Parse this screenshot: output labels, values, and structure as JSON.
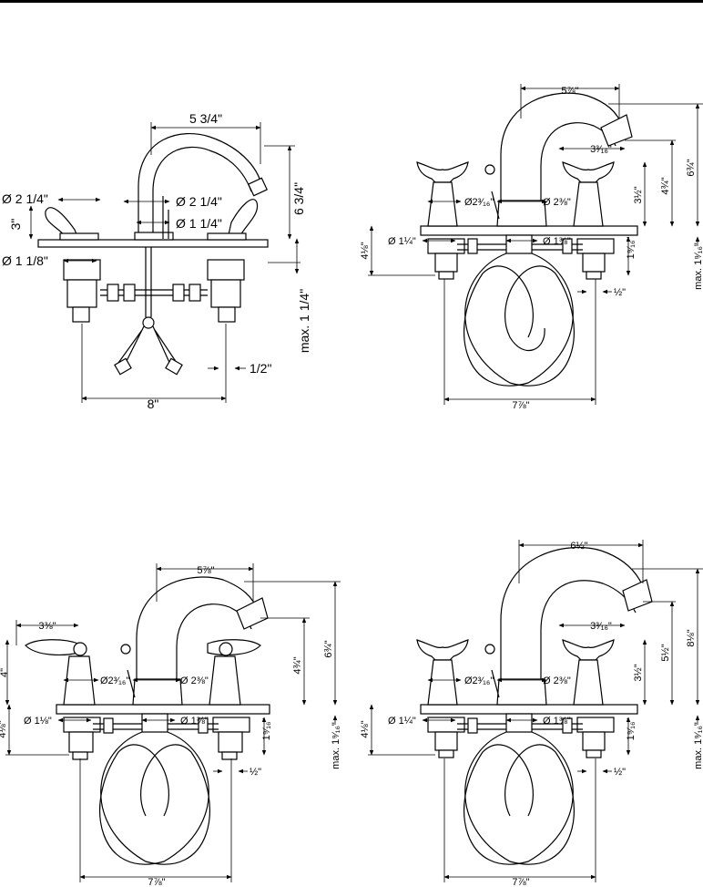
{
  "diagrams": [
    {
      "id": "faucet-a",
      "labels": {
        "spout_reach": "5 3/4\"",
        "spout_height": "6 3/4\"",
        "handle_base_dia": "Ø 2 1/4\"",
        "handle_height": "3\"",
        "spout_base_dia": "Ø 2 1/4\"",
        "spout_shank_dia": "Ø 1 1/4\"",
        "handle_shank_dia": "Ø 1 1/8\"",
        "max_deck": "max. 1 1/4\"",
        "outlet": "1/2\"",
        "spread": "8\""
      }
    },
    {
      "id": "faucet-b",
      "labels": {
        "spout_reach": "5⅞\"",
        "spout_height": "6¾\"",
        "handle_width": "3³⁄₁₆\"",
        "handle_height": "3½\"",
        "spout_height_2": "4¾\"",
        "handle_base_dia": "Ø2³⁄₁₆\"",
        "spout_base_dia": "Ø 2⅜\"",
        "shank_dia_left": "Ø 1¼\"",
        "shank_dia_right": "Ø 1⅜\"",
        "below_deck": "4⅛\"",
        "tail": "1⁹⁄₁₆\"",
        "max_deck": "max. 1⁹⁄₁₆\"",
        "outlet": "½\"",
        "spread": "7⅞\""
      }
    },
    {
      "id": "faucet-c",
      "labels": {
        "spout_reach": "5⅞\"",
        "spout_height": "6¾\"",
        "handle_width": "3⅜\"",
        "handle_height": "4\"",
        "spout_height_2": "4¾\"",
        "handle_base_dia": "Ø2³⁄₁₆\"",
        "spout_base_dia": "Ø 2⅜\"",
        "shank_dia_left": "Ø 1⅛\"",
        "shank_dia_right": "Ø 1⅜\"",
        "below_deck": "4⅛\"",
        "tail": "1⁹⁄₁₆\"",
        "max_deck": "max. 1⁹⁄₁₆\"",
        "outlet": "½\"",
        "spread": "7⅞\""
      }
    },
    {
      "id": "faucet-d",
      "labels": {
        "spout_reach": "6½\"",
        "spout_height": "8⅛\"",
        "handle_width": "3³⁄₁₆\"",
        "handle_height": "3½\"",
        "spout_height_2": "5½\"",
        "handle_base_dia": "Ø2³⁄₁₆\"",
        "spout_base_dia": "Ø 2⅜\"",
        "shank_dia_left": "Ø 1¼\"",
        "shank_dia_right": "Ø 1⅜\"",
        "below_deck": "4⅛\"",
        "tail": "1⁹⁄₁₆\"",
        "max_deck": "max. 1⁹⁄₁₆\"",
        "outlet": "½\"",
        "spread": "7⅞\""
      }
    }
  ]
}
